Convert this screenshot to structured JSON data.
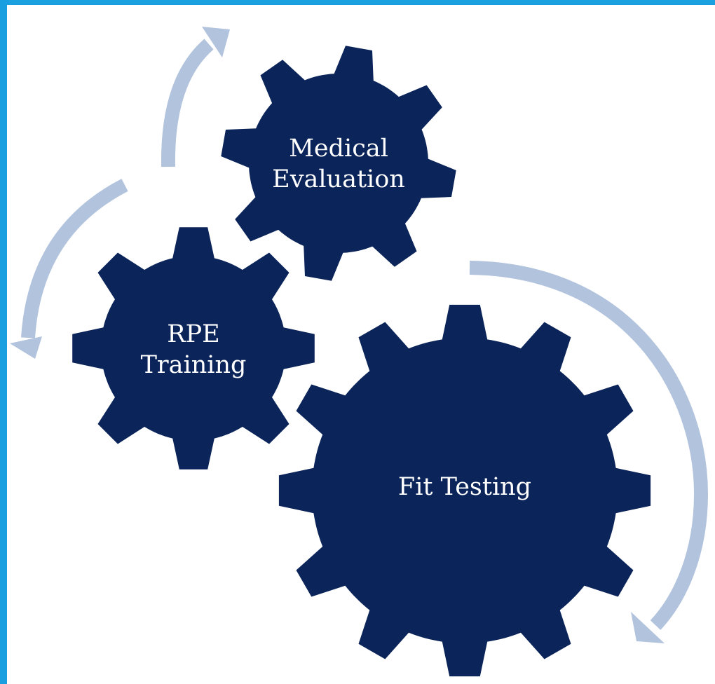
{
  "colors": {
    "frame": "#1aa0e0",
    "gear": "#0b2459",
    "arrow": "#b2c3dd",
    "label": "#ffffff"
  },
  "gears": [
    {
      "id": "medical-evaluation",
      "line1": "Medical",
      "line2": "Evaluation"
    },
    {
      "id": "rpe-training",
      "line1": "RPE",
      "line2": "Training"
    },
    {
      "id": "fit-testing",
      "line1": "Fit Testing"
    }
  ]
}
